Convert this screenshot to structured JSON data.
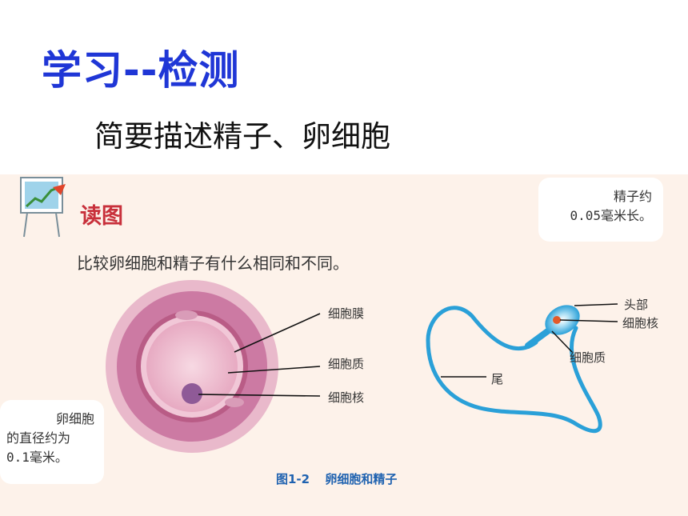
{
  "slide": {
    "title": "学习--检测",
    "subtitle": "简要描述精子、卵细胞"
  },
  "panel": {
    "label": "读图",
    "question": "比较卵细胞和精子有什么相同和不同。",
    "icon": "chart-board-icon"
  },
  "notes": {
    "sperm_line1": "精子约",
    "sperm_line2": "0.05毫米长。",
    "egg_line1": "卵细胞",
    "egg_line2": "的直径约为",
    "egg_line3": "0.1毫米。"
  },
  "egg_labels": {
    "membrane": "细胞膜",
    "cytoplasm": "细胞质",
    "nucleus": "细胞核"
  },
  "sperm_labels": {
    "head": "头部",
    "nucleus": "细胞核",
    "cytoplasm": "细胞质",
    "tail": "尾"
  },
  "figure": {
    "number": "图1-2",
    "caption": "卵细胞和精子"
  },
  "colors": {
    "title": "#1f36d6",
    "panel_bg": "#fdf2ea",
    "egg": "#c96b92",
    "sperm": "#2aa0d8",
    "caption": "#1f62b0"
  }
}
